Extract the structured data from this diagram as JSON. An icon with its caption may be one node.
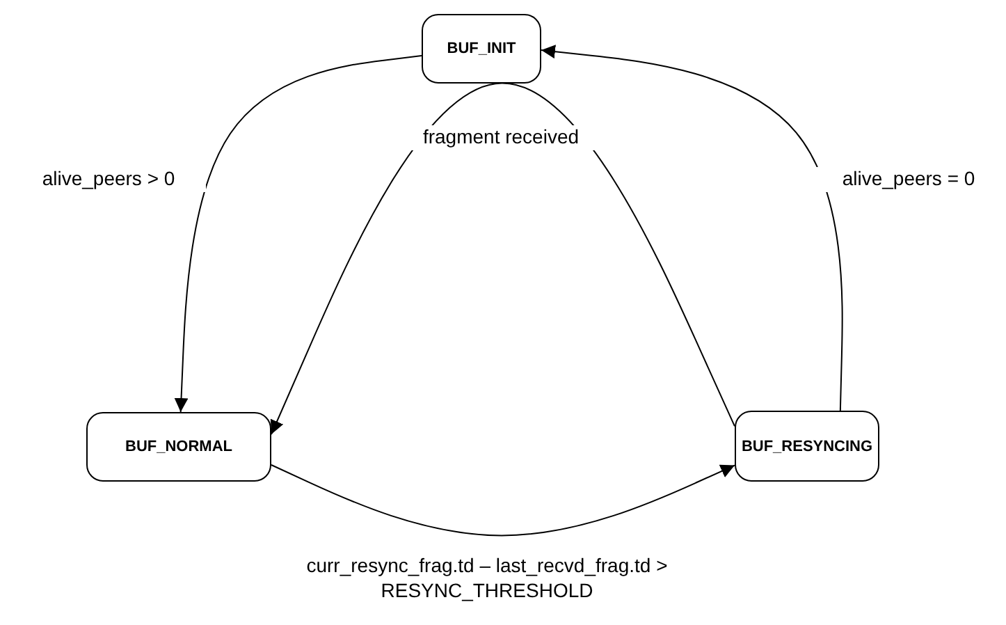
{
  "diagram": {
    "nodes": [
      {
        "text": [
          "BUF_INIT"
        ]
      },
      {
        "text": [
          "BUF_NORMAL"
        ]
      },
      {
        "text": [
          "BUF_RESYNCING"
        ]
      }
    ],
    "edges": [
      {
        "from": 0,
        "to": 1,
        "arrow": "to",
        "label": "alive_peers > 0"
      },
      {
        "from": 2,
        "to": 0,
        "arrow": "to",
        "label": "alive_peers = 0"
      },
      {
        "from": 2,
        "to": 1,
        "arrow": "to",
        "label": "fragment received"
      },
      {
        "from": 1,
        "to": 2,
        "arrow": "to",
        "label": "curr_resync_frag.td – last_recvd_frag.td > RESYNC_THRESHOLD"
      }
    ]
  }
}
